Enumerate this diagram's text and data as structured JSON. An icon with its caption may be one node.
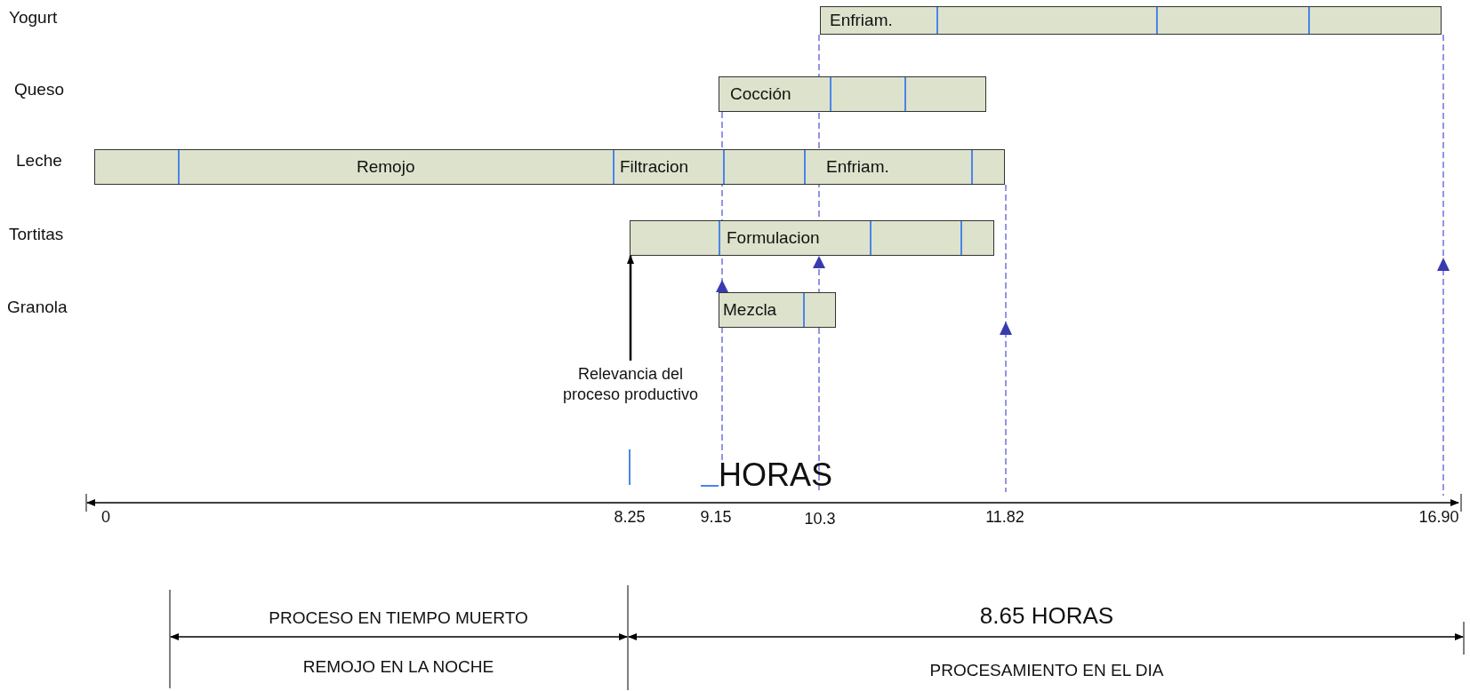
{
  "diagram": {
    "nodes": [
      {
        "text": [
          "Enfriam."
        ]
      },
      {
        "text": [
          "Cocción"
        ]
      },
      {
        "text": [
          "Remojo",
          "Filtracion",
          "Enfriam."
        ]
      },
      {
        "text": [
          "Formulacion"
        ]
      },
      {
        "text": [
          "Mezcla"
        ]
      },
      {
        "text": [
          "Relevancia del proceso productivo"
        ]
      }
    ],
    "edges": [
      {
        "from": 5,
        "to": 3,
        "arrow": "to"
      }
    ],
    "labels": [
      "Yogurt",
      "Queso",
      "Leche",
      "Tortitas",
      "Granola",
      "HORAS",
      "0",
      "8.25",
      "9.15",
      "10.3",
      "11.82",
      "16.90",
      "PROCESO EN TIEMPO MUERTO",
      "8.65 HORAS",
      "REMOJO EN LA NOCHE",
      "PROCESAMIENTO EN EL DIA"
    ]
  }
}
